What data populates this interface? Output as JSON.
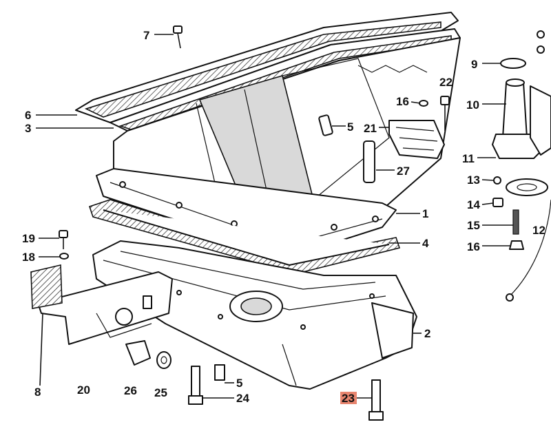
{
  "callouts": [
    {
      "id": "c7",
      "text": "7"
    },
    {
      "id": "c6",
      "text": "6"
    },
    {
      "id": "c3",
      "text": "3"
    },
    {
      "id": "c5a",
      "text": "5"
    },
    {
      "id": "c16a",
      "text": "16"
    },
    {
      "id": "c22",
      "text": "22"
    },
    {
      "id": "c21",
      "text": "21"
    },
    {
      "id": "c27",
      "text": "27"
    },
    {
      "id": "c9",
      "text": "9"
    },
    {
      "id": "c10",
      "text": "10"
    },
    {
      "id": "c11",
      "text": "11"
    },
    {
      "id": "c13",
      "text": "13"
    },
    {
      "id": "c14",
      "text": "14"
    },
    {
      "id": "c15",
      "text": "15"
    },
    {
      "id": "c12",
      "text": "12"
    },
    {
      "id": "c16b",
      "text": "16"
    },
    {
      "id": "c1",
      "text": "1"
    },
    {
      "id": "c4",
      "text": "4"
    },
    {
      "id": "c19",
      "text": "19"
    },
    {
      "id": "c18",
      "text": "18"
    },
    {
      "id": "c2",
      "text": "2"
    },
    {
      "id": "c8",
      "text": "8"
    },
    {
      "id": "c20",
      "text": "20"
    },
    {
      "id": "c26",
      "text": "26"
    },
    {
      "id": "c25",
      "text": "25"
    },
    {
      "id": "c5b",
      "text": "5"
    },
    {
      "id": "c24",
      "text": "24"
    },
    {
      "id": "c23",
      "text": "23",
      "highlighted": true
    }
  ],
  "colors": {
    "ink": "#111111",
    "highlight": "#e8856f",
    "background": "#ffffff"
  }
}
